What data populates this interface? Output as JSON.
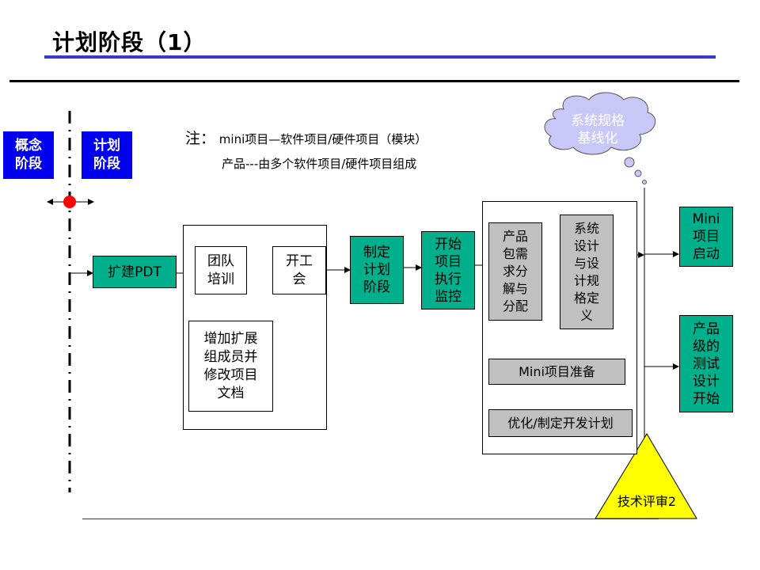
{
  "title": "计划阶段（1）",
  "phases": {
    "concept": "概念\n阶段",
    "plan": "计划\n阶段"
  },
  "note": {
    "prefix": "注：",
    "line1": " mini项目—软件项目/硬件项目（模块）",
    "line2": "产品---由多个软件项目/硬件项目组成"
  },
  "cloud": "系统规格\n基线化",
  "nodes": {
    "expand_pdt": "扩建PDT",
    "team_training": "团队\n培训",
    "kickoff": "开工\n会",
    "add_members": "增加扩展\n组成员并\n修改项目\n文档",
    "make_plan": "制定\n计划\n阶段",
    "start_monitor": "开始\n项目\n执行\n监控",
    "req_decompose": "产品\n包需\n求分\n解与\n分配",
    "sys_design": "系统\n设计\n与设\n计规\n格定\n义",
    "mini_prep": "Mini项目准备",
    "optimize_plan": "优化/制定开发计划",
    "mini_start": "Mini\n项目\n启动",
    "test_design": "产品\n级的\n测试\n设计\n开始"
  },
  "review": "技术评审2",
  "colors": {
    "phase_blue": "#0000ee",
    "green": "#00b08c",
    "gray": "#c0c0c0",
    "milestone_red": "#ff0000",
    "review_yellow": "#ffff00",
    "cloud_fill": "#c8c8f8",
    "cloud_text": "#ffffff",
    "title_bar": "#3a3ad0"
  }
}
